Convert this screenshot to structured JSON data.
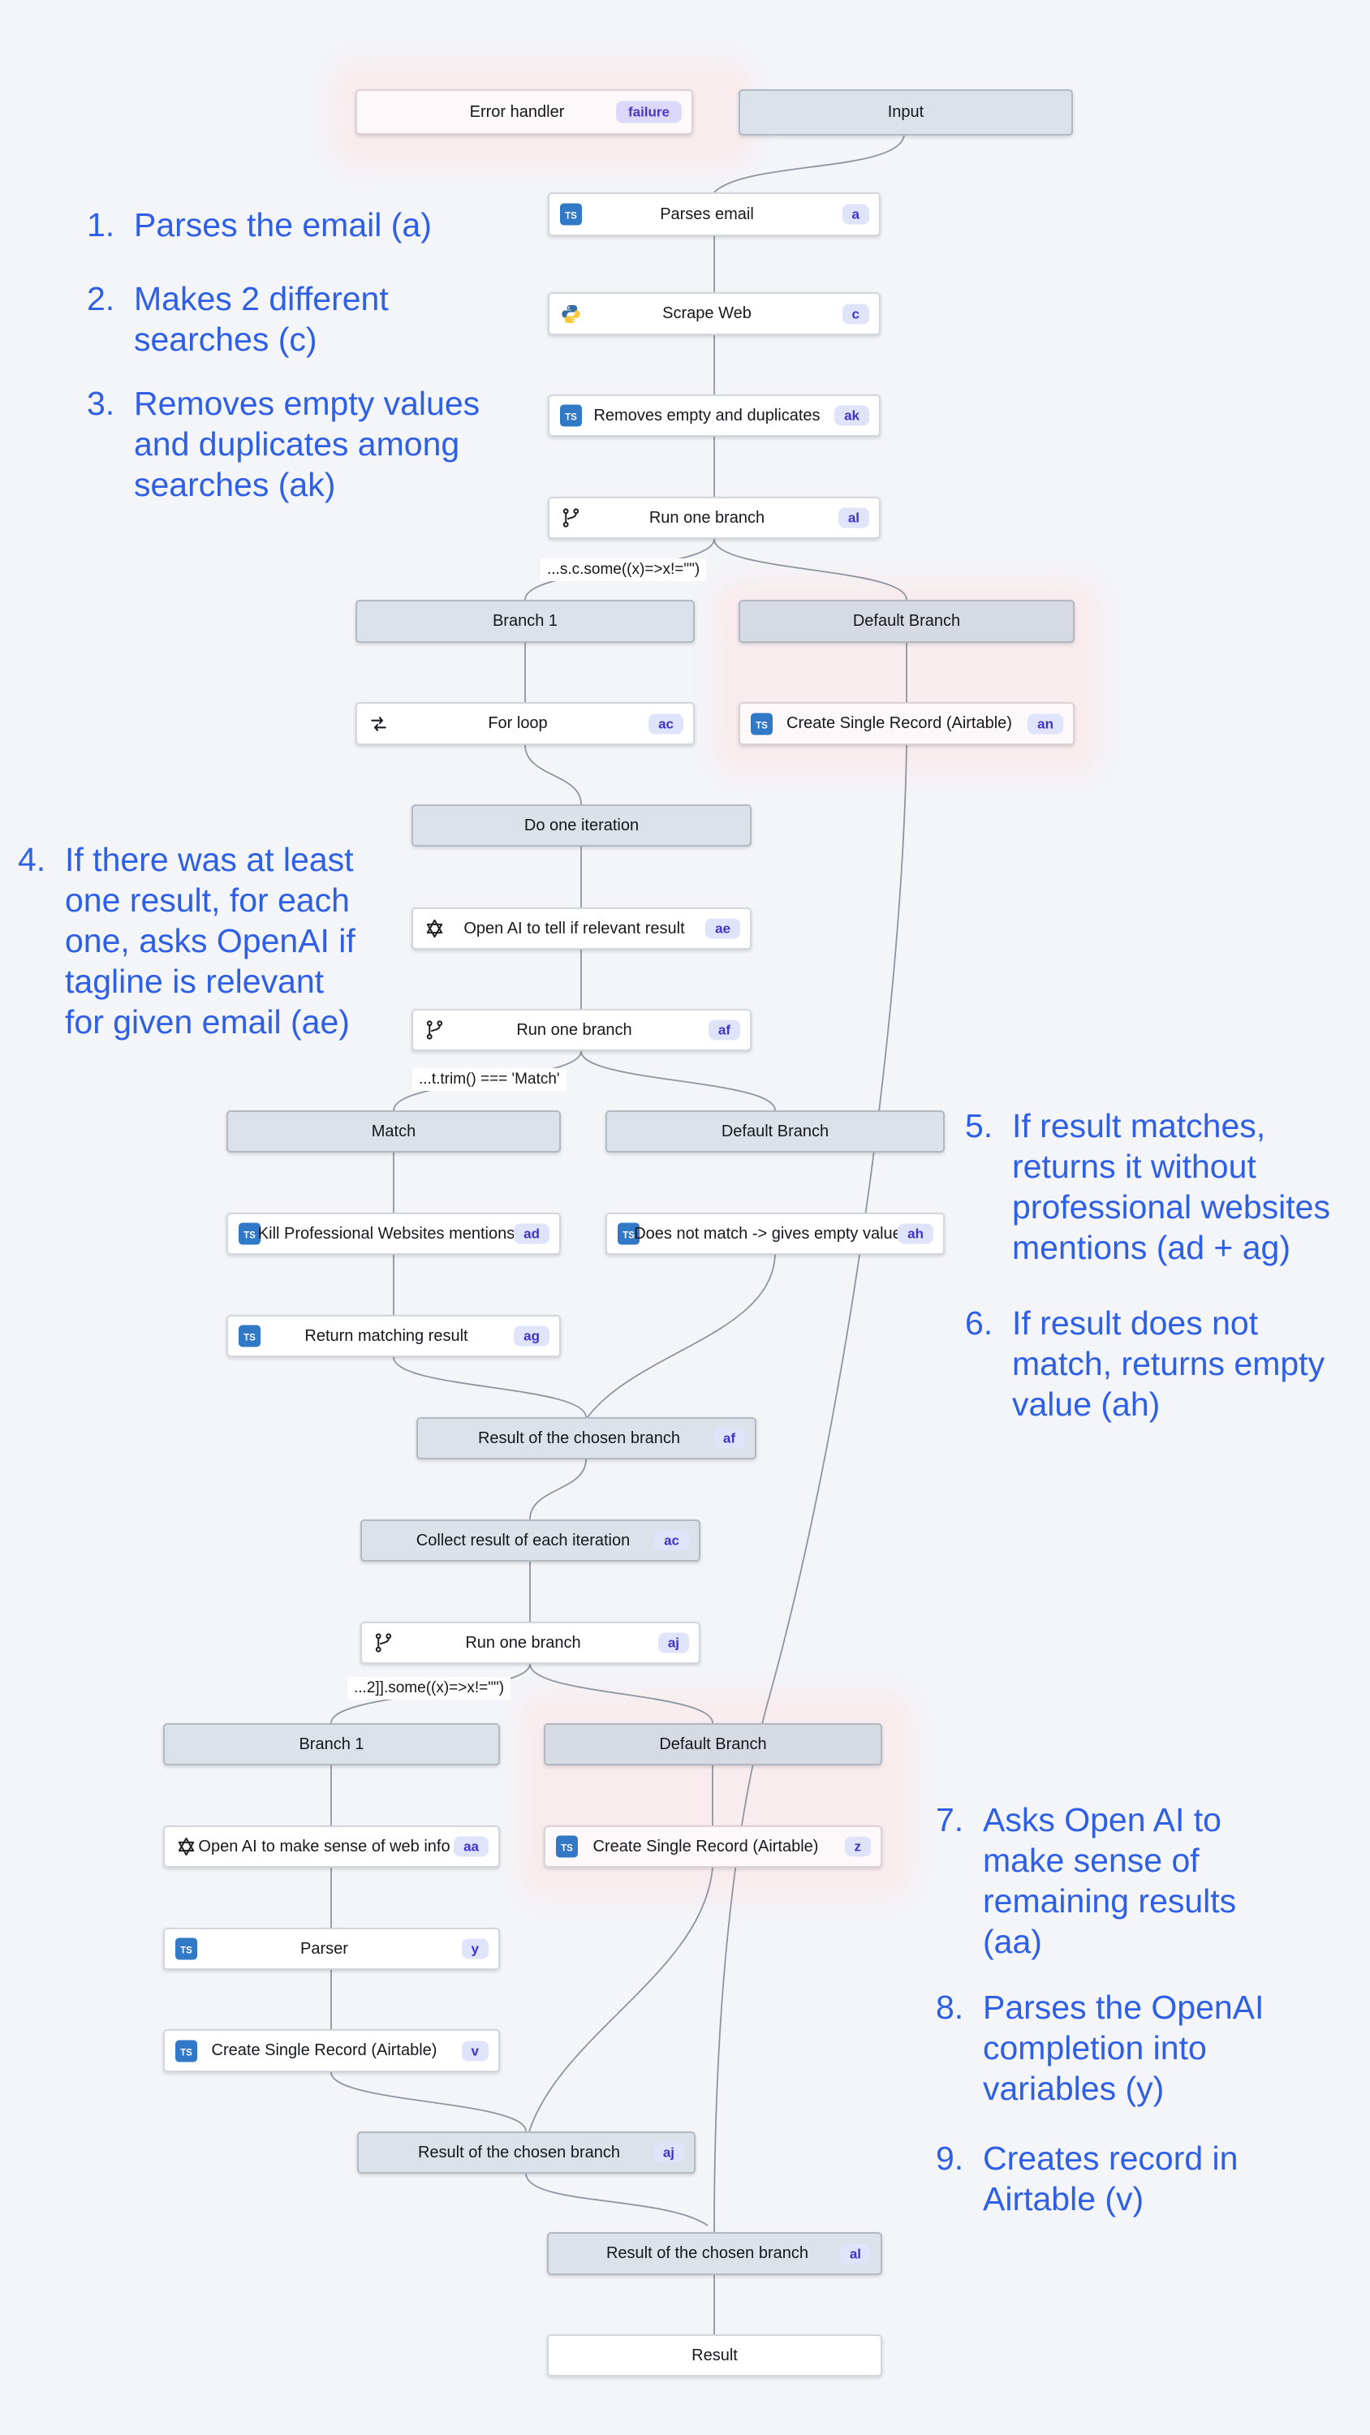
{
  "nodes": {
    "error_handler": {
      "label": "Error handler",
      "badge": "failure"
    },
    "input": {
      "label": "Input"
    },
    "parses_email": {
      "label": "Parses email",
      "badge": "a"
    },
    "scrape_web": {
      "label": "Scrape Web",
      "badge": "c"
    },
    "removes_empty": {
      "label": "Removes empty and duplicates",
      "badge": "ak"
    },
    "run_branch_al": {
      "label": "Run one branch",
      "badge": "al"
    },
    "branch1_a": {
      "label": "Branch 1"
    },
    "default_a": {
      "label": "Default Branch"
    },
    "for_loop": {
      "label": "For loop",
      "badge": "ac"
    },
    "create_an": {
      "label": "Create Single Record (Airtable)",
      "badge": "an"
    },
    "do_iteration": {
      "label": "Do one iteration"
    },
    "openai_ae": {
      "label": "Open AI to tell if relevant result",
      "badge": "ae"
    },
    "run_branch_af": {
      "label": "Run one branch",
      "badge": "af"
    },
    "match": {
      "label": "Match"
    },
    "default_b": {
      "label": "Default Branch"
    },
    "kill_ad": {
      "label": "Kill Professional Websites mentions",
      "badge": "ad"
    },
    "does_not_match_ah": {
      "label": "Does not match -> gives empty value",
      "badge": "ah"
    },
    "return_ag": {
      "label": "Return matching result",
      "badge": "ag"
    },
    "result_af": {
      "label": "Result of the chosen branch",
      "badge": "af"
    },
    "collect_ac": {
      "label": "Collect result of each iteration",
      "badge": "ac"
    },
    "run_branch_aj": {
      "label": "Run one branch",
      "badge": "aj"
    },
    "branch1_b": {
      "label": "Branch 1"
    },
    "default_c": {
      "label": "Default Branch"
    },
    "openai_aa": {
      "label": "Open AI to make sense of web info",
      "badge": "aa"
    },
    "create_z": {
      "label": "Create Single Record (Airtable)",
      "badge": "z"
    },
    "parser_y": {
      "label": "Parser",
      "badge": "y"
    },
    "create_v": {
      "label": "Create Single Record (Airtable)",
      "badge": "v"
    },
    "result_aj": {
      "label": "Result of the chosen branch",
      "badge": "aj"
    },
    "result_al": {
      "label": "Result of the chosen branch",
      "badge": "al"
    },
    "result": {
      "label": "Result"
    }
  },
  "conditions": {
    "c1": "...s.c.some((x)=>x!=\"\")",
    "c2": "...t.trim() === 'Match'",
    "c3": "...2]].some((x)=>x!=\"\")"
  },
  "annotations": [
    {
      "num": "1.",
      "lines": [
        "Parses the email (a)"
      ]
    },
    {
      "num": "2.",
      "lines": [
        "Makes 2 different",
        "searches (c)"
      ]
    },
    {
      "num": "3.",
      "lines": [
        "Removes empty values",
        "and duplicates among",
        "searches (ak)"
      ]
    },
    {
      "num": "4.",
      "lines": [
        "If there was at least",
        "one result, for each",
        "one, asks OpenAI if",
        "tagline is relevant",
        "for given email (ae)"
      ]
    },
    {
      "num": "5.",
      "lines": [
        "If result matches,",
        "returns it without",
        "professional websites",
        "mentions (ad + ag)"
      ]
    },
    {
      "num": "6.",
      "lines": [
        "If result does not",
        "match, returns empty",
        "value (ah)"
      ]
    },
    {
      "num": "7.",
      "lines": [
        "Asks Open AI to",
        "make sense of",
        "remaining results",
        "(aa)"
      ]
    },
    {
      "num": "8.",
      "lines": [
        "Parses the OpenAI",
        "completion into",
        "variables (y)"
      ]
    },
    {
      "num": "9.",
      "lines": [
        "Creates record in",
        "Airtable (v)"
      ]
    }
  ],
  "icons": {
    "typescript": "ts-icon",
    "python": "python-icon",
    "openai": "openai-icon",
    "loop": "loop-icon",
    "branch": "git-branch-icon"
  },
  "colors": {
    "background": "#f3f5f9",
    "annotation_blue": "#2e5fe4",
    "badge_bg": "#e0e4fb",
    "badge_text": "#4034c6",
    "failure_badge_text": "#4c35c9",
    "header_fill": "#dbe2e9",
    "default_branch_fill": "#d6dae3",
    "pink_glow": "#f8ecee",
    "ts_blue": "#3178c6",
    "edge": "#8f959e"
  }
}
